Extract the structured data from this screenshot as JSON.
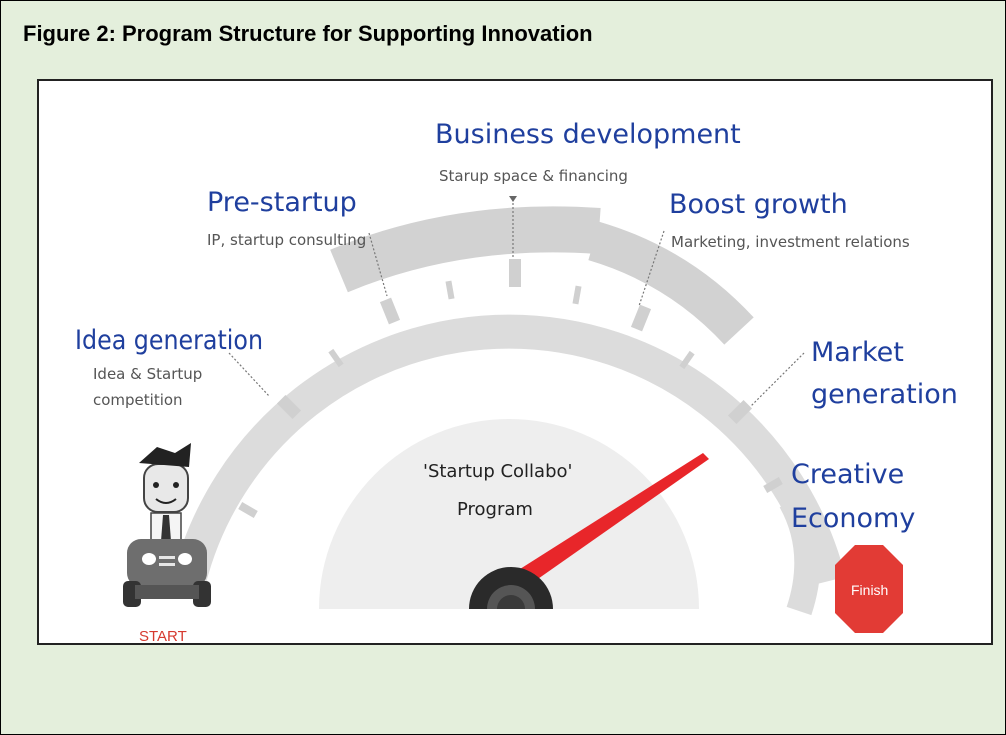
{
  "figure": {
    "title": "Figure 2: Program Structure for Supporting Innovation"
  },
  "stages": [
    {
      "title": "Idea generation",
      "subtitle_lines": [
        "Idea & Startup",
        "competition"
      ]
    },
    {
      "title": "Pre-startup",
      "subtitle_lines": [
        "IP, startup consulting"
      ]
    },
    {
      "title": "Business development",
      "subtitle_lines": [
        "Starup space & financing"
      ]
    },
    {
      "title": "Boost growth",
      "subtitle_lines": [
        "Marketing, investment relations"
      ]
    },
    {
      "title_lines": [
        "Market",
        "generation"
      ]
    },
    {
      "title_lines": [
        "Creative",
        "Economy"
      ]
    }
  ],
  "center": {
    "line1": "'Startup Collabo'",
    "line2": "Program"
  },
  "start_label": "START",
  "finish_label": "Finish",
  "colors": {
    "panel_bg": "#e4efdc",
    "stage_title": "#1f3f9e",
    "needle": "#e8262a",
    "finish_sign": "#e23b35",
    "start_text": "#d63a2f",
    "arc": "#dcdcdc"
  }
}
